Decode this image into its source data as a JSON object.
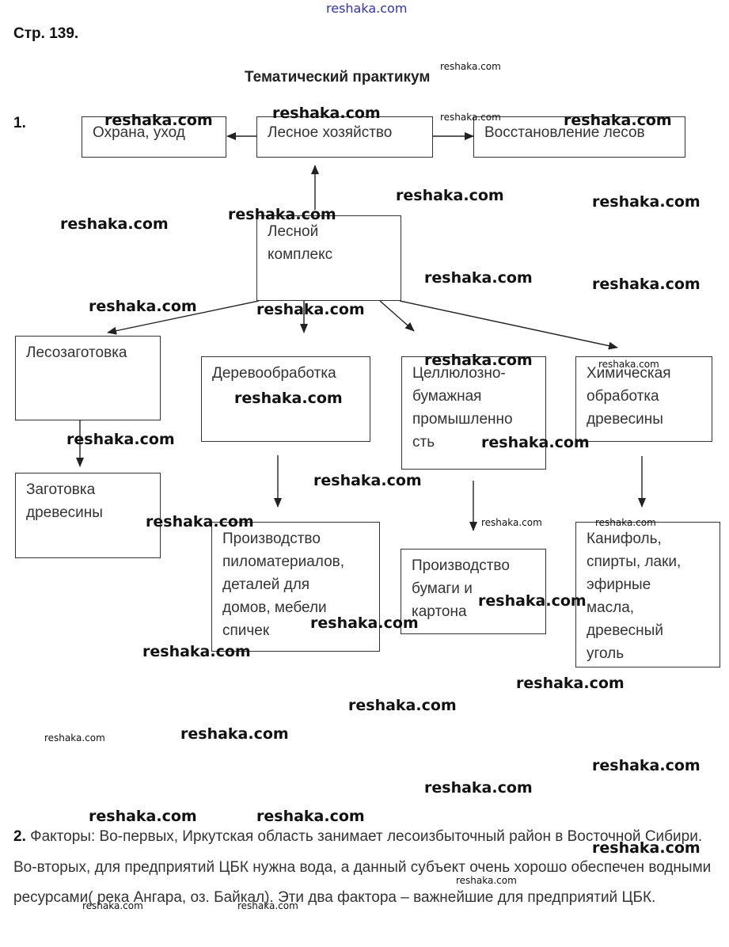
{
  "page_header": "Стр. 139.",
  "title": "Тематический практикум",
  "task1_number": "1.",
  "watermark": "reshaka.com",
  "watermark_top": "reshaka.com",
  "boxes": {
    "protection": "Охрана, уход",
    "forestry": "Лесное хозяйство",
    "restoration": "Восстановление лесов",
    "forest_complex": "Лесной\nкомплекс",
    "logging": "Лесозаготовка",
    "woodworking": "Деревообработка",
    "pulp_paper": "Целлюлозно-\nбумажная\nпромышленно\nсть",
    "chemical": "Химическая\nобработка\nдревесины",
    "timber_harvest": "Заготовка\nдревесины",
    "lumber_production": "Производство\nпиломатериалов,\nдеталей для\nдомов, мебели\nспичек",
    "paper_production": "Производство\nбумаги и\nкартона",
    "rosin_products": "Канифоль,\nспирты, лаки,\nэфирные\nмасла,\nдревесный\nуголь"
  },
  "task2": {
    "number": "2.",
    "text": " Факторы: Во-первых, Иркутская область занимает лесоизбыточный район в Восточной Сибири. Во-вторых, для предприятий ЦБК нужна вода, а данный субъект очень хорошо обеспечен водными ресурсами( река Ангара, оз. Байкал). Эти два фактора – важнейшие для предприятий ЦБК."
  }
}
